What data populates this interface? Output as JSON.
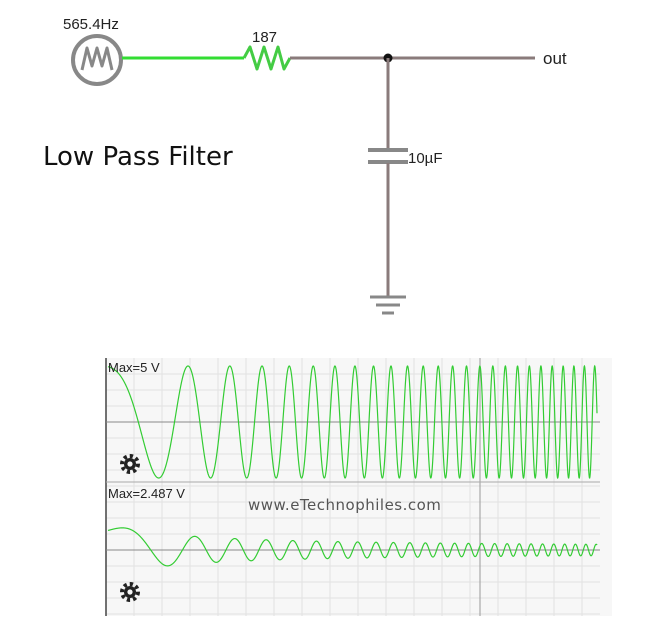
{
  "diagram": {
    "source_label": "565.4Hz",
    "resistor_label": "187",
    "output_label": "out",
    "capacitor_label": "10µF",
    "title": "Low Pass Filter",
    "colors": {
      "active_wire": "#33dd33",
      "wire": "#8a7b7b",
      "component": "#888888",
      "node": "#111111"
    }
  },
  "scope": {
    "top_max_label": "Max=5 V",
    "bottom_max_label": "Max=2.487 V",
    "watermark": "www.eTechnophiles.com",
    "trace_color": "#33cc33",
    "gear_icon": "gear-icon"
  }
}
